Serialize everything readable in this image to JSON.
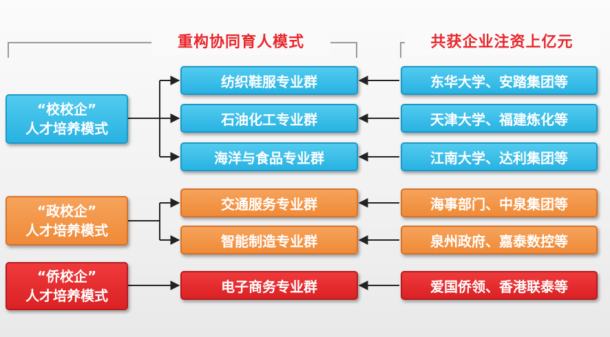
{
  "headers": {
    "middle": "重构协同育人模式",
    "right": "共获企业注资上亿元"
  },
  "left_groups": [
    {
      "line1": "“校校企”",
      "line2": "人才培养模式",
      "color": "#28b2e2"
    },
    {
      "line1": "“政校企”",
      "line2": "人才培养模式",
      "color": "#ef8a38"
    },
    {
      "line1": "“侨校企”",
      "line2": "人才培养模式",
      "color": "#db2124"
    }
  ],
  "clusters": [
    "纺织鞋服专业群",
    "石油化工专业群",
    "海洋与食品专业群",
    "交通服务专业群",
    "智能制造专业群",
    "电子商务专业群"
  ],
  "partners": [
    "东华大学、安踏集团等",
    "天津大学、福建炼化等",
    "江南大学、达利集团等",
    "海事部门、中泉集团等",
    "泉州政府、嘉泰数控等",
    "爱国侨领、香港联泰等"
  ]
}
